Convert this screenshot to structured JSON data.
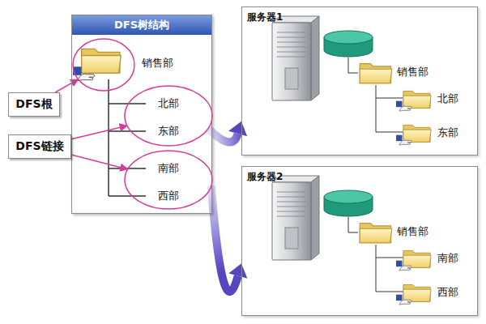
{
  "diagram": {
    "nodes": [
      {
        "text": [
          "DFS树结构"
        ]
      },
      {
        "text": [
          "销售部"
        ],
        "in": 0
      },
      {
        "text": [
          "北部",
          "东部"
        ],
        "in": 0
      },
      {
        "text": [
          "南部",
          "西部"
        ],
        "in": 0
      },
      {
        "text": [
          "DFS根"
        ]
      },
      {
        "text": [
          "DFS链接"
        ]
      },
      {
        "text": [
          "服务器1"
        ]
      },
      {
        "text": [
          "服务器2"
        ]
      }
    ],
    "edges": [
      {
        "from": 4,
        "to": 1,
        "arrow": "to"
      },
      {
        "from": 5,
        "to": 2,
        "arrow": "to"
      },
      {
        "from": 5,
        "to": 3,
        "arrow": "to"
      },
      {
        "from": 2,
        "to": 6,
        "arrow": "to"
      },
      {
        "from": 3,
        "to": 7,
        "arrow": "to"
      }
    ],
    "labels": [
      "销售部",
      "北部",
      "东部",
      "销售部",
      "南部",
      "西部"
    ]
  }
}
